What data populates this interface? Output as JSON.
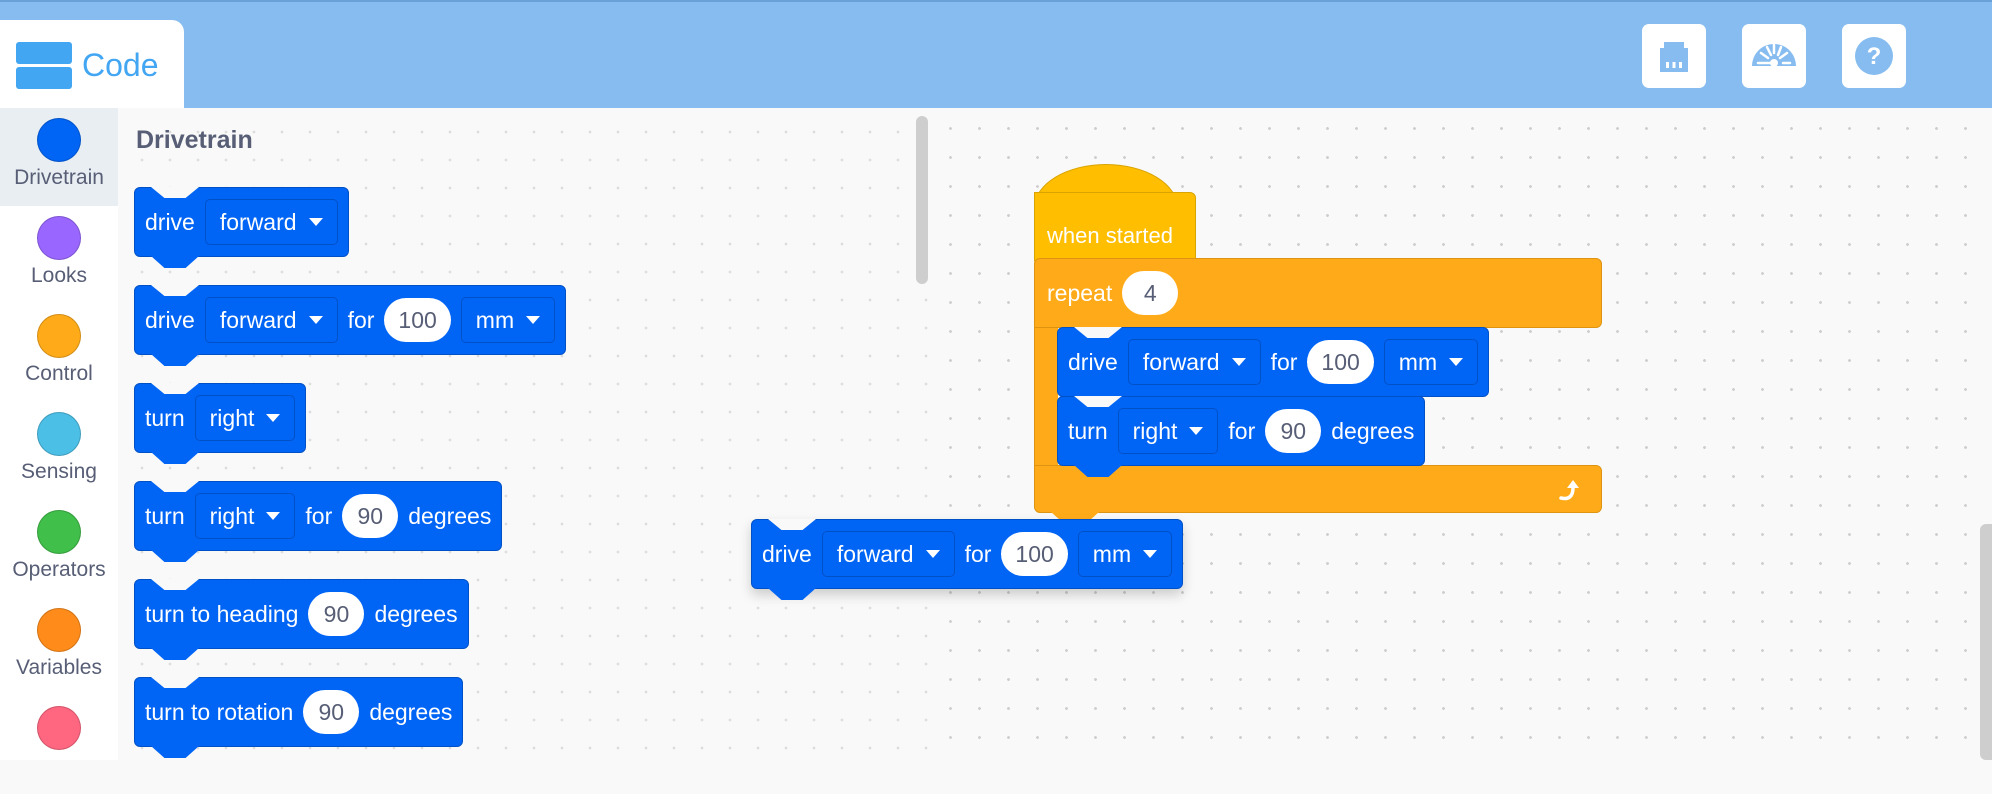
{
  "header": {
    "code_tab_label": "Code",
    "buttons": [
      {
        "name": "device-port-icon",
        "title": "Device"
      },
      {
        "name": "dashboard-gauge-icon",
        "title": "Dashboard"
      },
      {
        "name": "help-icon",
        "title": "Help"
      }
    ]
  },
  "sidebar": {
    "categories": [
      {
        "label": "Drivetrain",
        "color": "#0064f5",
        "active": true
      },
      {
        "label": "Looks",
        "color": "#9966ff"
      },
      {
        "label": "Control",
        "color": "#ffab19"
      },
      {
        "label": "Sensing",
        "color": "#4cbfe6"
      },
      {
        "label": "Operators",
        "color": "#40bf4a"
      },
      {
        "label": "Variables",
        "color": "#ff8c1a"
      },
      {
        "label": "",
        "color": "#ff6680"
      }
    ]
  },
  "flyout": {
    "title": "Drivetrain",
    "blocks": [
      {
        "w1": "drive",
        "dir": "forward"
      },
      {
        "w1": "drive",
        "dir": "forward",
        "for": "for",
        "val": "100",
        "unit": "mm"
      },
      {
        "w1": "turn",
        "dir": "right"
      },
      {
        "w1": "turn",
        "dir": "right",
        "for": "for",
        "val": "90",
        "suffix": "degrees"
      },
      {
        "w1": "turn to heading",
        "val": "90",
        "suffix": "degrees"
      },
      {
        "w1": "turn to rotation",
        "val": "90",
        "suffix": "degrees"
      }
    ]
  },
  "workspace": {
    "hat_label": "when started",
    "repeat": {
      "label": "repeat",
      "count": "4"
    },
    "inner": [
      {
        "w1": "drive",
        "dir": "forward",
        "for": "for",
        "val": "100",
        "unit": "mm"
      },
      {
        "w1": "turn",
        "dir": "right",
        "for": "for",
        "val": "90",
        "suffix": "degrees"
      }
    ],
    "dragging": {
      "w1": "drive",
      "dir": "forward",
      "for": "for",
      "val": "100",
      "unit": "mm"
    }
  }
}
